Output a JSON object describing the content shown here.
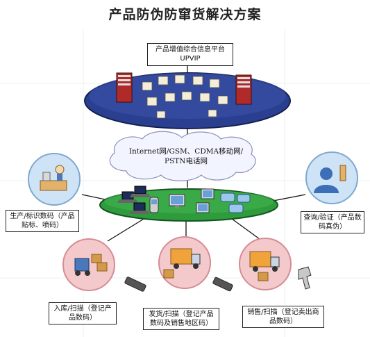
{
  "title": "产品防伪防窜货解决方案",
  "platform": {
    "line1": "产品增值综合信息平台",
    "line2": "UPVIP"
  },
  "network": {
    "line1": "Internet网/GSM、CDMA移动网/",
    "line2": "PSTN电话网"
  },
  "nodes": {
    "production": "生产/标识数码（产品贴标、喷码）",
    "query": "查询/验证（产品数码真伪）",
    "inbound": "入库/扫描（登记产品数码）",
    "shipping": "发货/扫描（登记产品数码及销售地区码）",
    "sales": "销售/扫描（登记卖出商品数码）"
  },
  "colors": {
    "platform_ellipse": "#2a3f8f",
    "network_ellipse": "#2e9b3c",
    "cloud": "#f2f4ff",
    "node_pink": "#f3c9cc",
    "node_blue": "#cfe3f6"
  },
  "icons": [
    "server-icon",
    "monitor-icon",
    "laptop-icon",
    "phone-icon",
    "barcode-scanner-icon",
    "forklift-icon",
    "truck-icon",
    "user-icon"
  ]
}
